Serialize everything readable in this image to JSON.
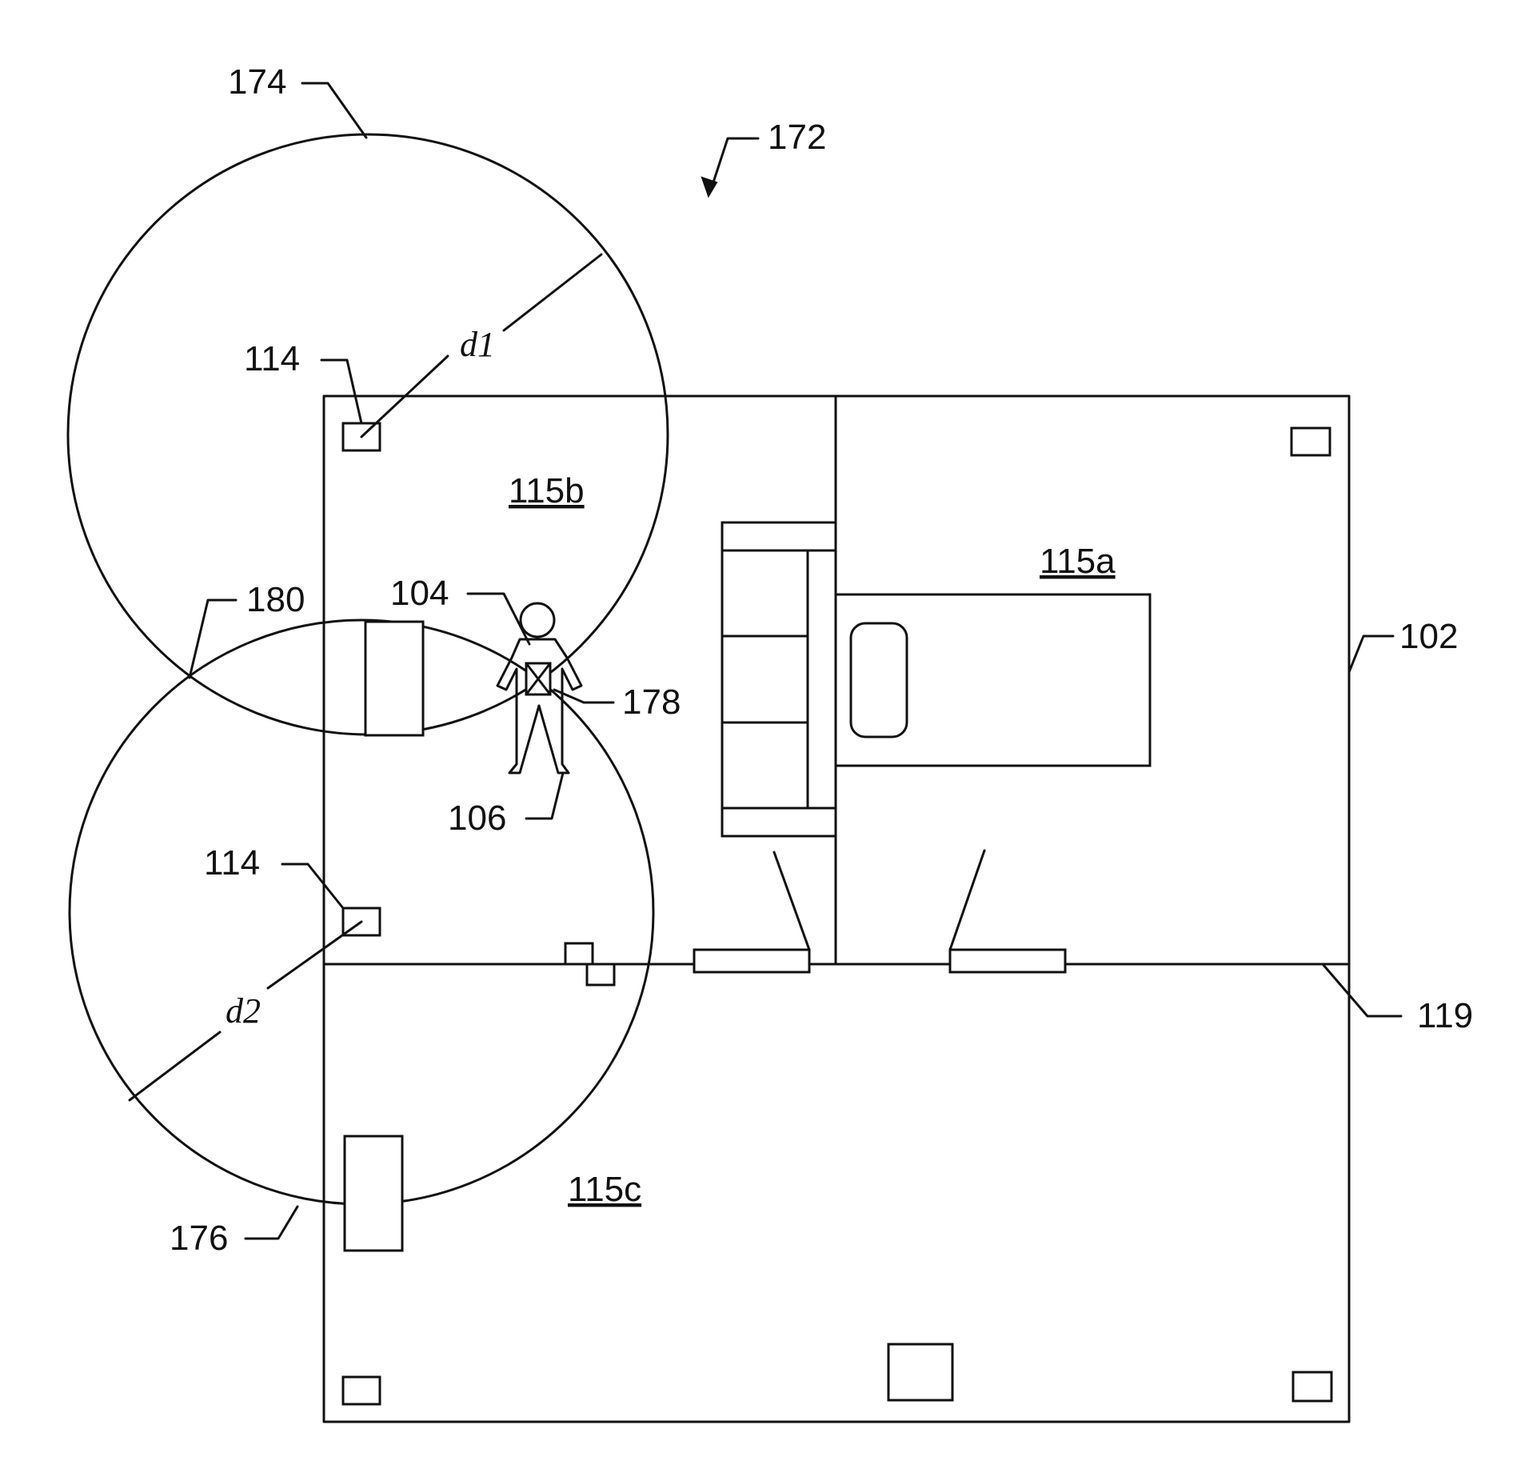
{
  "labels": {
    "system": "172",
    "zone_circle_1": "174",
    "zone_circle_2": "176",
    "sensor_top": "114",
    "sensor_bottom": "114",
    "intersection": "180",
    "wearable": "104",
    "person": "106",
    "tag_mark": "178",
    "home": "102",
    "wall": "119",
    "room_a": "115a",
    "room_b": "115b",
    "room_c": "115c",
    "distance_1": "d1",
    "distance_2": "d2"
  }
}
